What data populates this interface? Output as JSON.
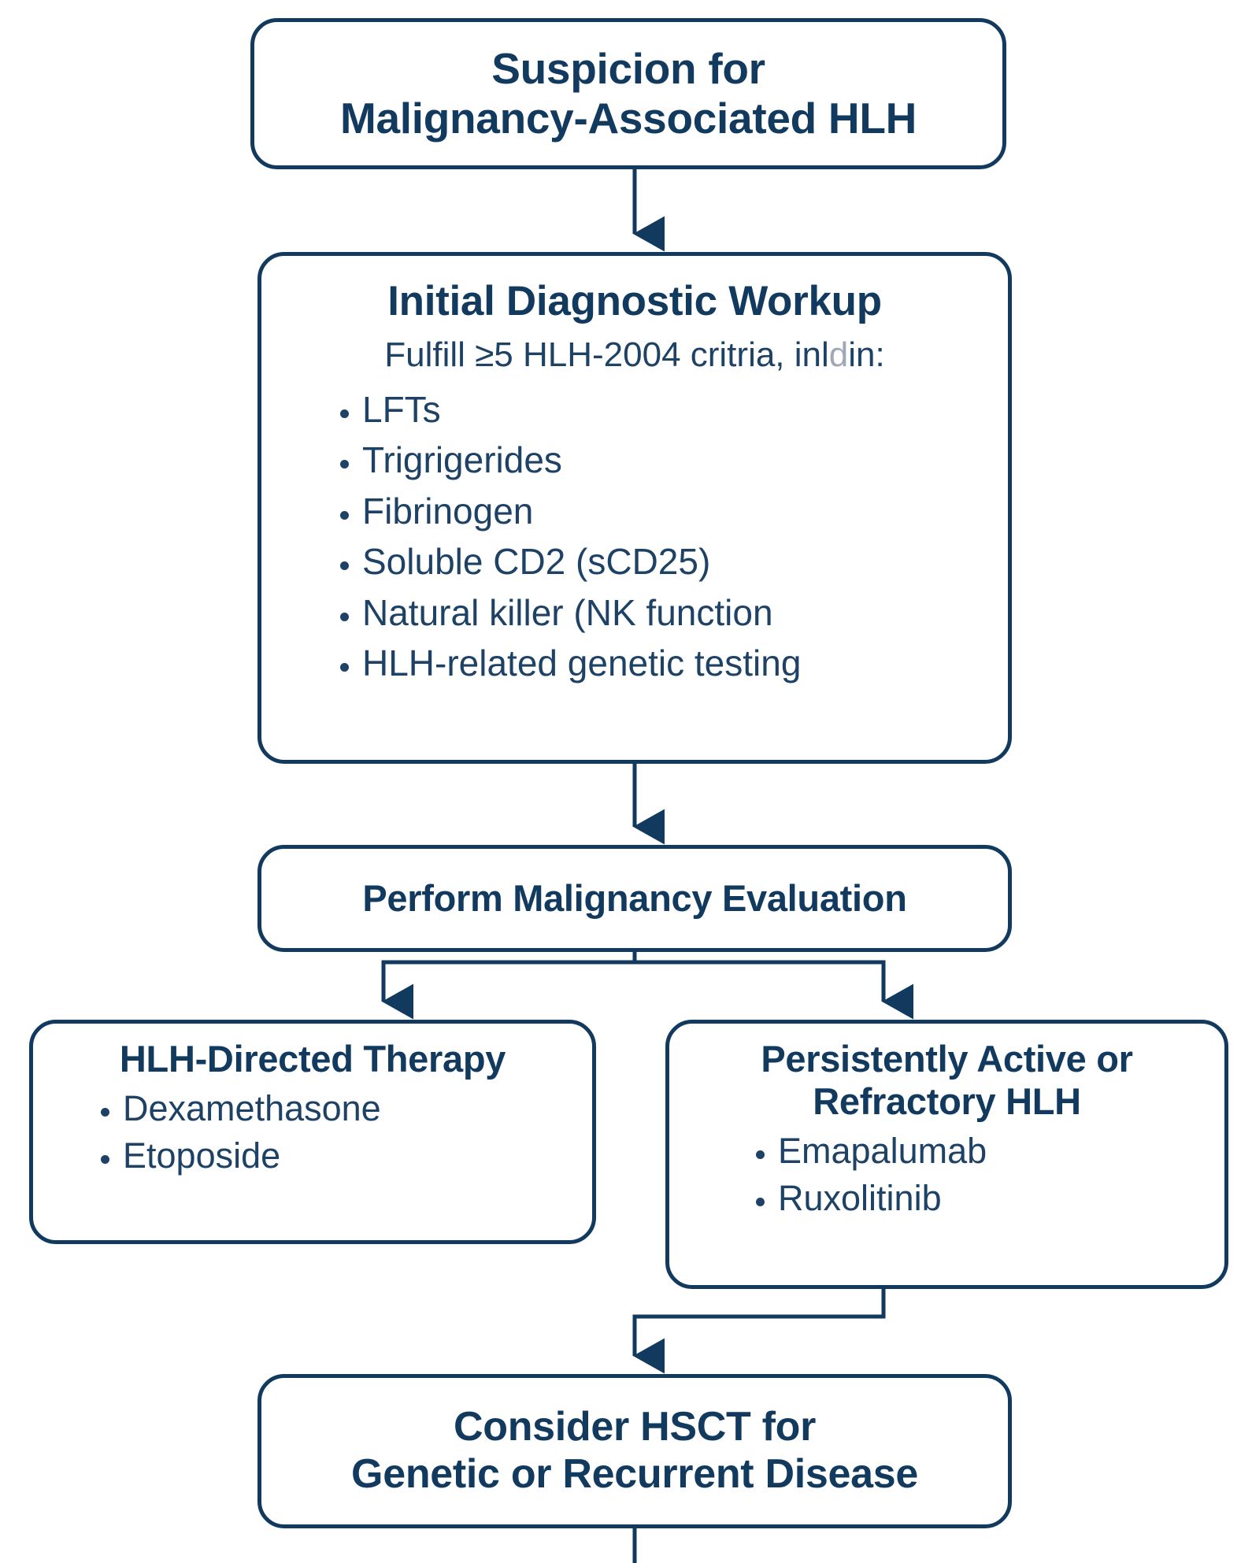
{
  "diagram": {
    "title": "Malignancy-Associated HLH Management Algorithm",
    "accent_color": "#123A5F",
    "text_color": "#1E4266",
    "background_color": "#FFFFFF",
    "nodes": {
      "suspicion": {
        "title_line_1": "Suspicion for",
        "title_line_2": "Malignancy-Associated HLH"
      },
      "workup": {
        "title": "Initial Diagnostic Workup",
        "subtitle_prefix": "Fulfill ≥5 HLH-2004 critria, inl",
        "subtitle_faint": "d",
        "subtitle_suffix": "in:",
        "bullets": [
          "LFTs",
          "Trigrigerides",
          "Fibrinogen",
          "Soluble CD2 (sCD25)",
          "Natural killer (NK function",
          "HLH-related genetic testing"
        ]
      },
      "evaluation": {
        "title": "Perform Malignancy Evaluation"
      },
      "therapy": {
        "title": "HLH-Directed Therapy",
        "bullets": [
          "Dexamethasone",
          "Etoposide"
        ]
      },
      "refractory": {
        "title_line_1": "Persistently Active or",
        "title_line_2": "Refractory HLH",
        "bullets": [
          "Emapalumab",
          "Ruxolitinib"
        ]
      },
      "hsct": {
        "title_line_1": "Consider HSCT for",
        "title_line_2": "Genetic or Recurrent Disease"
      }
    },
    "connectors": [
      {
        "from": "suspicion",
        "to": "workup",
        "style": "arrow-down"
      },
      {
        "from": "workup",
        "to": "evaluation",
        "style": "arrow-down"
      },
      {
        "from": "evaluation",
        "to": "therapy",
        "style": "elbow-left-arrow-down"
      },
      {
        "from": "evaluation",
        "to": "refractory",
        "style": "elbow-right-arrow-down"
      },
      {
        "from": "refractory",
        "to": "hsct",
        "style": "elbow-arrow-down"
      },
      {
        "from": "hsct",
        "to": "",
        "style": "line-down"
      }
    ]
  }
}
